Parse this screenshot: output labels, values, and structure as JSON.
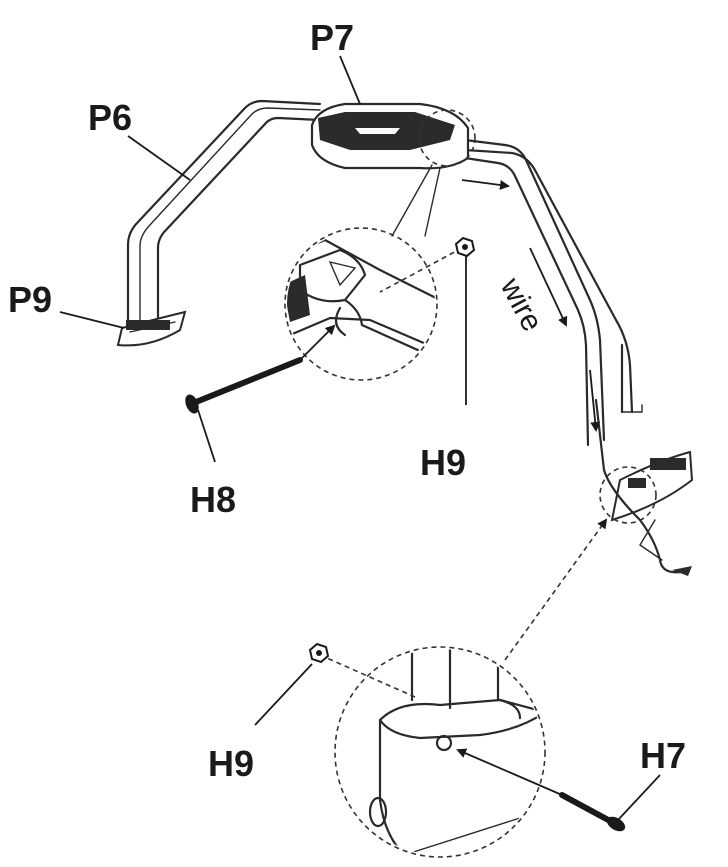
{
  "labels": {
    "p7": "P7",
    "p6": "P6",
    "p9": "P9",
    "h8": "H8",
    "h9_top": "H9",
    "h9_bottom": "H9",
    "h7": "H7",
    "wire": "wire"
  },
  "colors": {
    "ink": "#1a1a1a",
    "part_fill": "#ffffff",
    "dark_fill": "#2b2b2b"
  }
}
